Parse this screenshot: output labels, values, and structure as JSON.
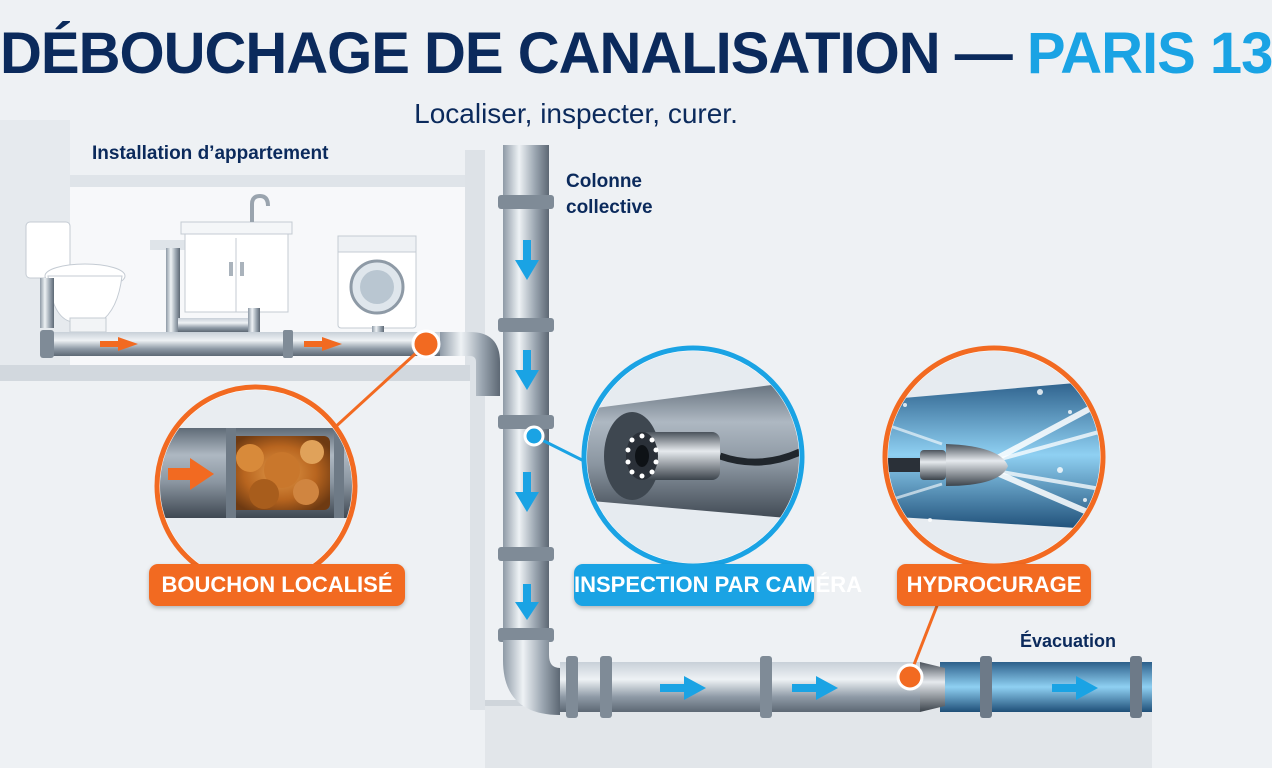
{
  "header": {
    "title_main": "DÉBOUCHAGE DE CANALISATION",
    "title_sep": " — ",
    "title_accent": "PARIS 13",
    "subtitle": "Localiser, inspecter, curer."
  },
  "labels": {
    "apartment": "Installation d’appartement",
    "column_line1": "Colonne",
    "column_line2": "collective",
    "evacuation": "Évacuation"
  },
  "callouts": [
    {
      "id": "bouchon",
      "label": "BOUCHON LOCALISÉ",
      "color": "#f26a21"
    },
    {
      "id": "inspection",
      "label": "INSPECTION PAR CAMÉRA",
      "color": "#1aa3e4"
    },
    {
      "id": "hydrocurage",
      "label": "HYDROCURAGE",
      "color": "#f26a21"
    }
  ],
  "colors": {
    "navy": "#0b2a5c",
    "accent_blue": "#1aa3e4",
    "accent_orange": "#f26a21",
    "pipe": "#8d99a6"
  }
}
